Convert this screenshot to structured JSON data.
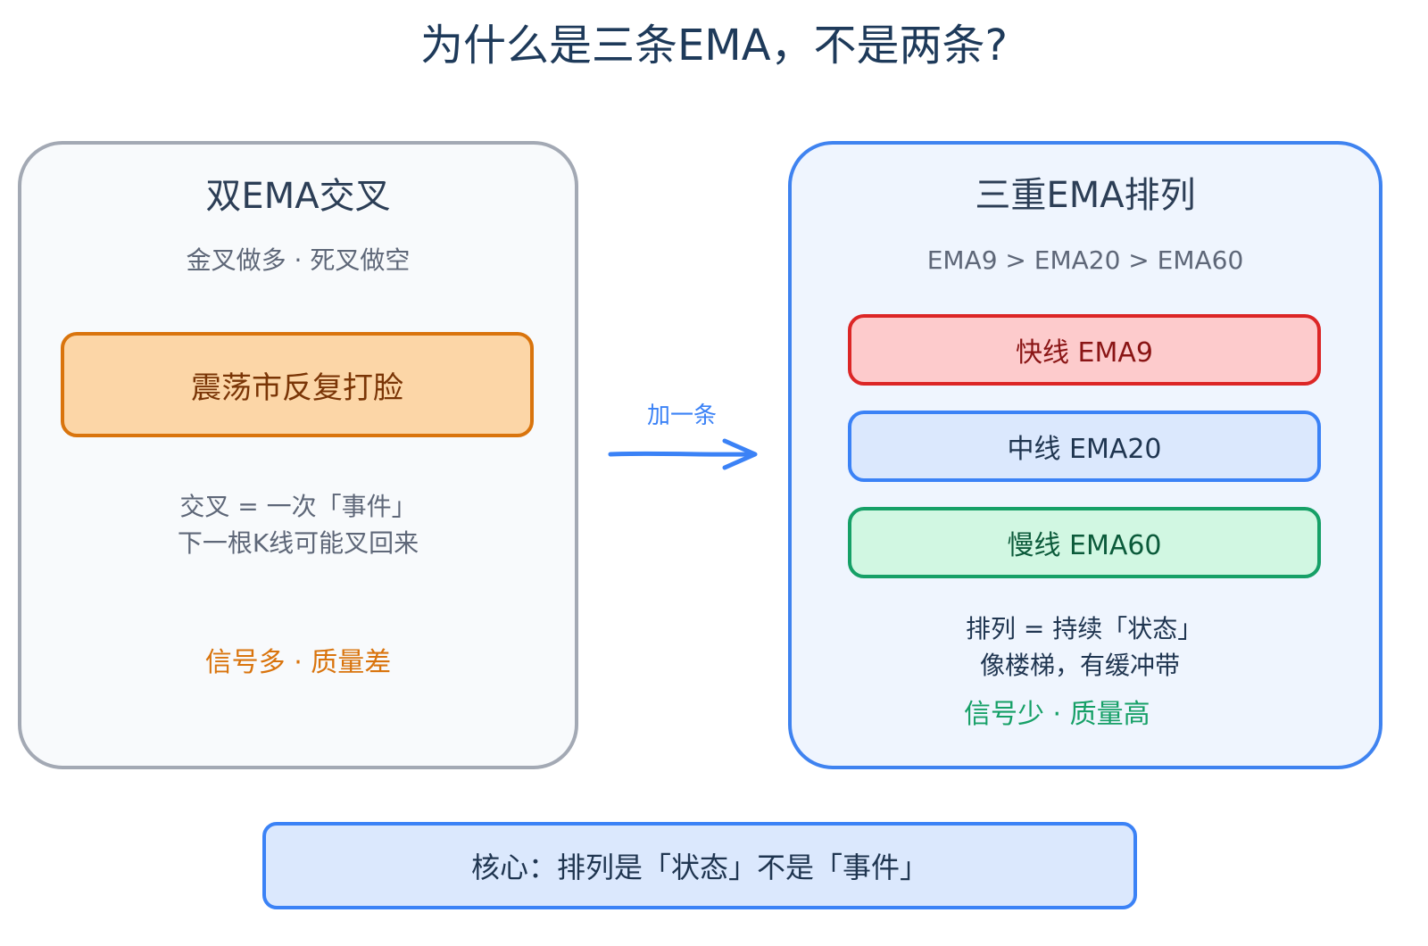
{
  "title": "为什么是三条EMA，不是两条?",
  "left_panel": {
    "title": "双EMA交叉",
    "subtitle": "金叉做多 · 死叉做空",
    "highlight": "震荡市反复打脸",
    "note_line1": "交叉 = 一次「事件」",
    "note_line2": "下一根K线可能叉回来",
    "quality": "信号多 · 质量差"
  },
  "arrow": {
    "label": "加一条"
  },
  "right_panel": {
    "title": "三重EMA排列",
    "subtitle": "EMA9 > EMA20 > EMA60",
    "lines": [
      {
        "label": "快线 EMA9"
      },
      {
        "label": "中线 EMA20"
      },
      {
        "label": "慢线 EMA60"
      }
    ],
    "note_line1": "排列 = 持续「状态」",
    "note_line2": "像楼梯，有缓冲带",
    "quality": "信号少 · 质量高"
  },
  "core": "核心：排列是「状态」不是「事件」",
  "colors": {
    "title": "#1e3a5a",
    "left_border": "#a3a9b4",
    "right_border": "#3f83f0",
    "orange": "#d9740d",
    "red": "#dc2626",
    "blue": "#3b82f6",
    "green": "#16a067"
  }
}
